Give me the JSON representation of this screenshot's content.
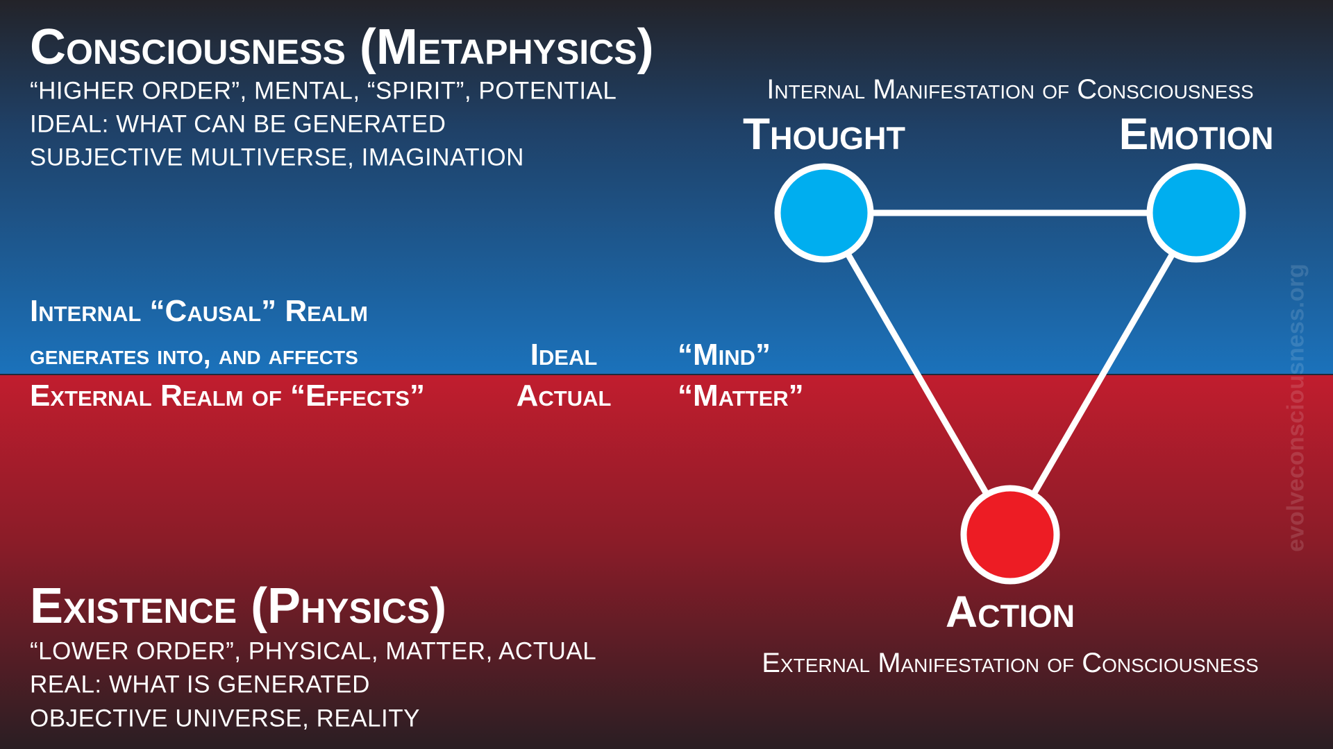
{
  "consciousness": {
    "title": "Consciousness (Metaphysics)",
    "lines": [
      "“HIGHER ORDER”, MENTAL, “SPIRIT”, POTENTIAL",
      "IDEAL: WHAT CAN BE GENERATED",
      "SUBJECTIVE MULTIVERSE, IMAGINATION"
    ]
  },
  "realms": {
    "internal": "Internal “Causal” Realm",
    "connector": "generates into, and affects",
    "external": "External Realm of “Effects”",
    "ideal": "Ideal",
    "actual": "Actual",
    "mind": "“Mind”",
    "matter": "“Matter”"
  },
  "triangle": {
    "internal_label": "Internal Manifestation of Consciousness",
    "thought": "Thought",
    "emotion": "Emotion",
    "action": "Action",
    "external_label": "External Manifestation of Consciousness",
    "colors": {
      "thought": "#00aeef",
      "emotion": "#00aeef",
      "action": "#ed1c24"
    }
  },
  "existence": {
    "title": "Existence (Physics)",
    "lines": [
      "“LOWER ORDER”, PHYSICAL, MATTER, ACTUAL",
      "REAL: WHAT IS GENERATED",
      "OBJECTIVE UNIVERSE, REALITY"
    ]
  },
  "watermark": "evolveconsciousness.org"
}
